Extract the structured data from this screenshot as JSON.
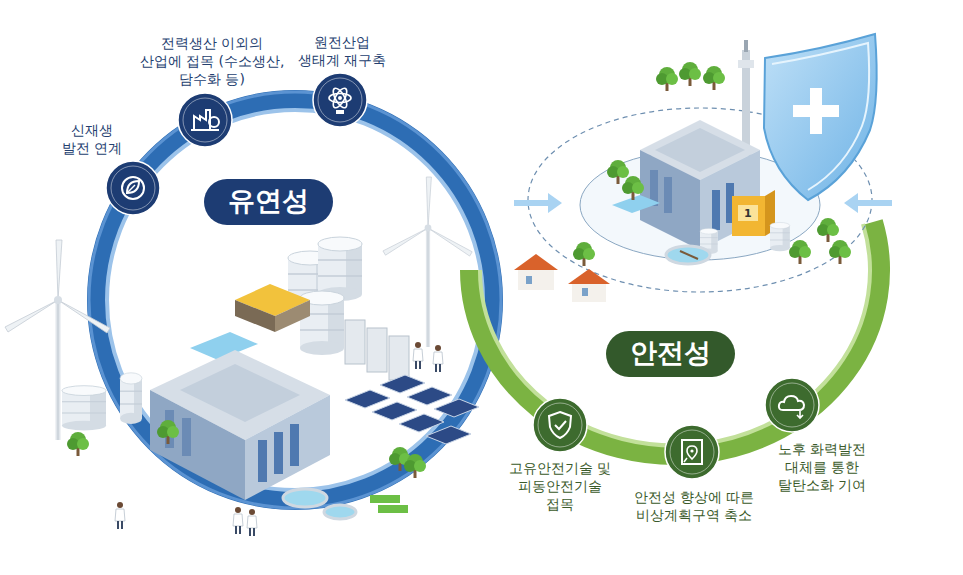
{
  "diagram": {
    "nodes": [
      {
        "text": [
          "유연성"
        ]
      },
      {
        "text": [
          "신재생 발전 연계"
        ]
      },
      {
        "text": [
          "전력생산 이외의 산업에 접목 (수소생산, 담수화 등)"
        ]
      },
      {
        "text": [
          "원전산업 생태계 재구축"
        ]
      },
      {
        "text": [
          "안전성"
        ]
      },
      {
        "text": [
          "고유안전기술 및 피동안전기술 접목"
        ]
      },
      {
        "text": [
          "안전성 향상에 따른 비상계획구역 축소"
        ]
      },
      {
        "text": [
          "노후 화력발전 대체를 통한 탈탄소화 기여"
        ]
      }
    ],
    "labels": [
      "1"
    ]
  }
}
